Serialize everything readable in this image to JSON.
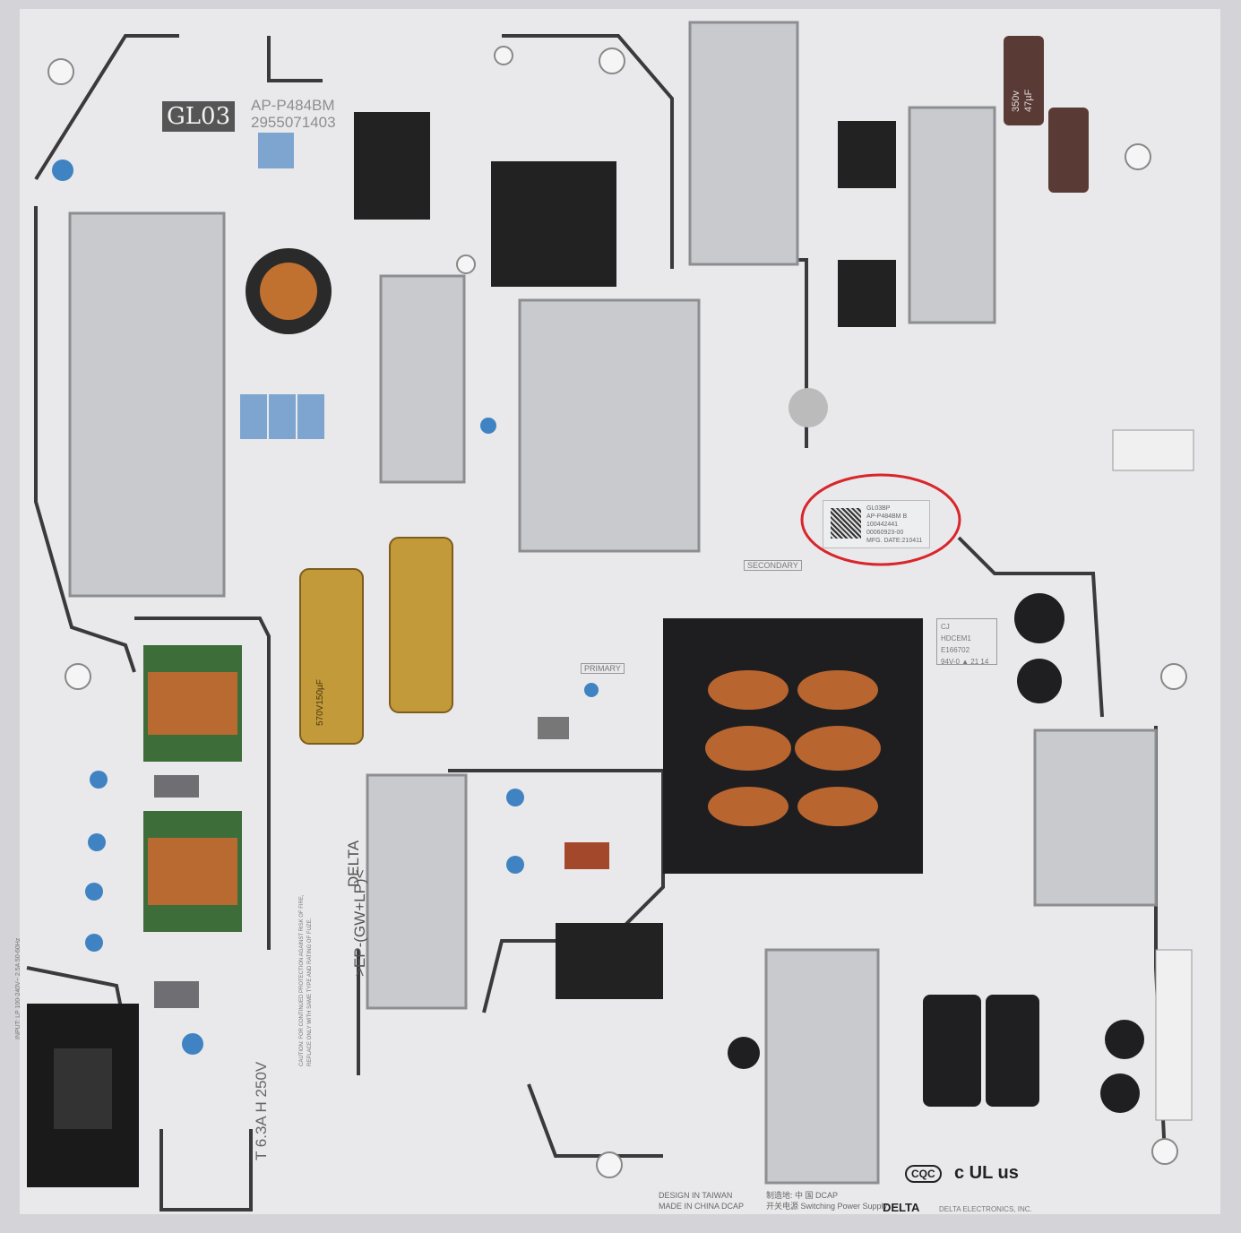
{
  "board": {
    "model_code": "GL03",
    "part_number": "AP-P484BM",
    "serial": "2955071403",
    "manufacturer_logo": "DELTA",
    "silk_primary": "PRIMARY",
    "silk_secondary": "SECONDARY",
    "fuse_rating": "T 6.3A H 250V",
    "model_vertical": ">EP-(GW+LP)<",
    "caution_line1": "CAUTION: FOR CONTINUED PROTECTION AGAINST RISK OF FIRE,",
    "caution_line2": "REPLACE ONLY WITH SAME TYPE AND RATING OF FUZE.",
    "input_rating": "INPUT: LP 100-240V~ 2.5A 50-60Hz"
  },
  "label_sticker": {
    "line1": "GL03BP",
    "line2": "AP-P484BM B",
    "line3": "100442441",
    "line4": "00060923-00",
    "line5": "MFG. DATE:210411",
    "highlight_color": "#d8262b"
  },
  "cert_box": {
    "line1": "CJ",
    "line2": "HDCEM1 E166702",
    "line3": "94V-0 ▲ 21 14"
  },
  "capacitors": {
    "top_rating_voltage": "350v",
    "top_rating_cap": "47µF",
    "main_rating": "570V150µF"
  },
  "footer": {
    "design": "DESIGN IN TAIWAN",
    "made": "MADE IN CHINA DCAP",
    "origin_cn": "制造地: 中 国 DCAP",
    "psu": "开关电源 Switching Power Supply",
    "company": "DELTA ELECTRONICS, INC.",
    "cert_cqc": "CQC",
    "cert_ul": "c UL us"
  }
}
